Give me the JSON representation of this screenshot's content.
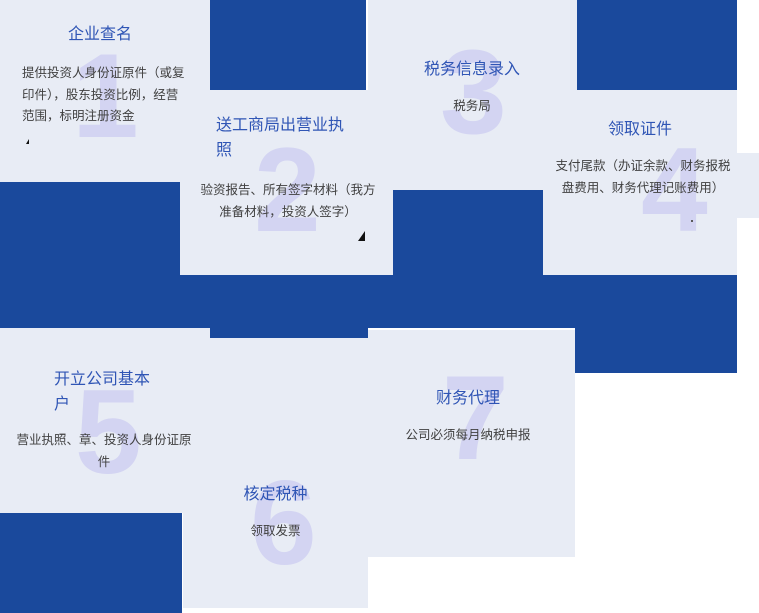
{
  "diagram": {
    "title_color": "#2f55b5",
    "panel_bg": "#e8ecf5",
    "block_color": "#1a499c",
    "number_color": "#d3d4f2",
    "steps": [
      {
        "number": "1",
        "title": "企业查名",
        "desc": "提供投资人身份证原件（或复印件），股东投资比例，经营范围，标明注册资金"
      },
      {
        "number": "2",
        "title": "送工商局出营业执照",
        "desc": "验资报告、所有签字材料（我方准备材料，投资人签字）"
      },
      {
        "number": "3",
        "title": "税务信息录入",
        "desc": "税务局"
      },
      {
        "number": "4",
        "title": "领取证件",
        "desc": "支付尾款（办证余款、财务报税盘费用、财务代理记账费用）"
      },
      {
        "number": "5",
        "title": "开立公司基本户",
        "desc": "营业执照、章、投资人身份证原件"
      },
      {
        "number": "6",
        "title": "核定税种",
        "desc": "领取发票"
      },
      {
        "number": "7",
        "title": "财务代理",
        "desc": "公司必须每月纳税申报"
      }
    ]
  }
}
